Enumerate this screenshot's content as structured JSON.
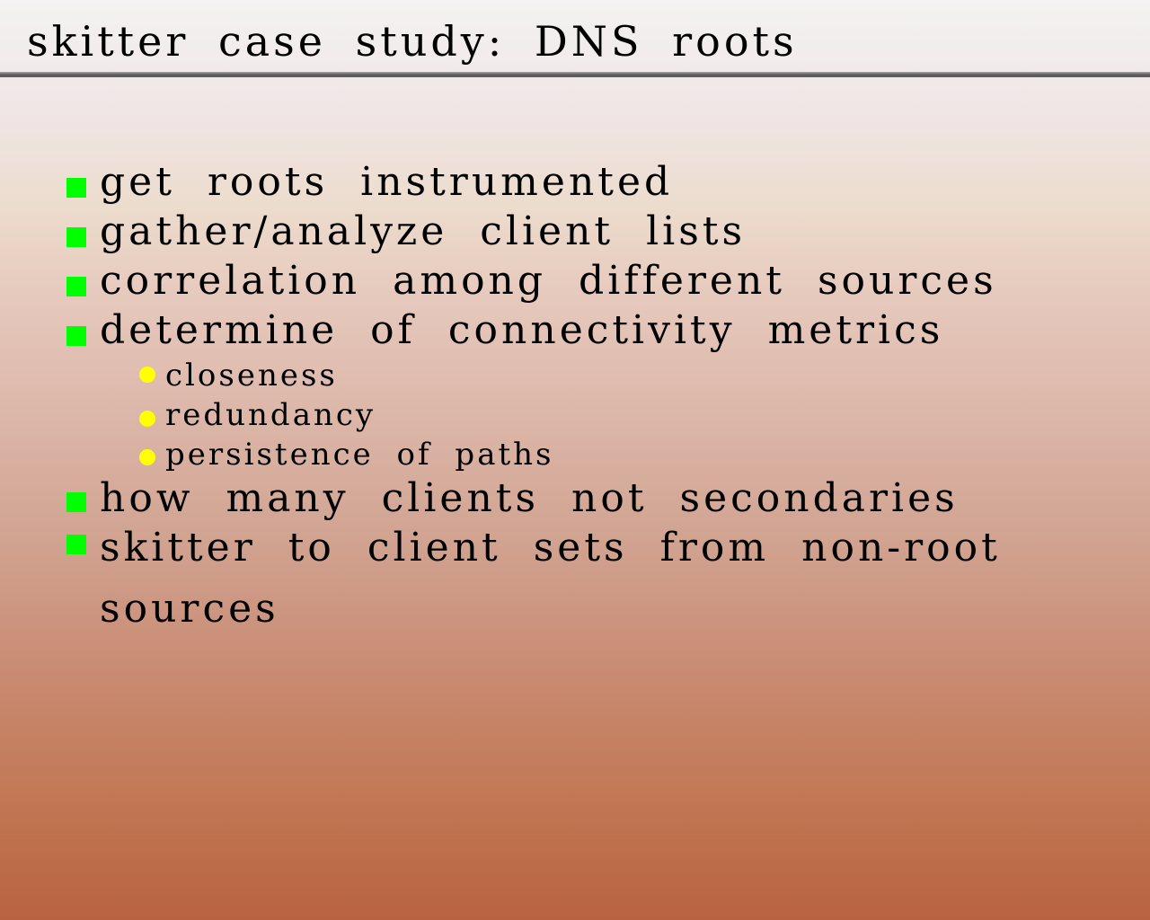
{
  "slide": {
    "title": "skitter case study: DNS roots"
  },
  "bullets": [
    {
      "level": 1,
      "text": "get roots instrumented"
    },
    {
      "level": 1,
      "text": "gather/analyze client lists"
    },
    {
      "level": 1,
      "text": "correlation among different sources"
    },
    {
      "level": 1,
      "text": "determine of connectivity metrics"
    },
    {
      "level": 2,
      "text": "closeness"
    },
    {
      "level": 2,
      "text": "redundancy"
    },
    {
      "level": 2,
      "text": "persistence of paths"
    },
    {
      "level": 1,
      "text": "how many clients not secondaries"
    },
    {
      "level": 1,
      "text": "skitter to client sets from non-root"
    },
    {
      "level": 1,
      "text": "sources",
      "continuation": true
    }
  ],
  "colors": {
    "level1_bullet": "#00ff00",
    "level2_bullet": "#ffff00",
    "title_rule": "#5e5c5c"
  }
}
